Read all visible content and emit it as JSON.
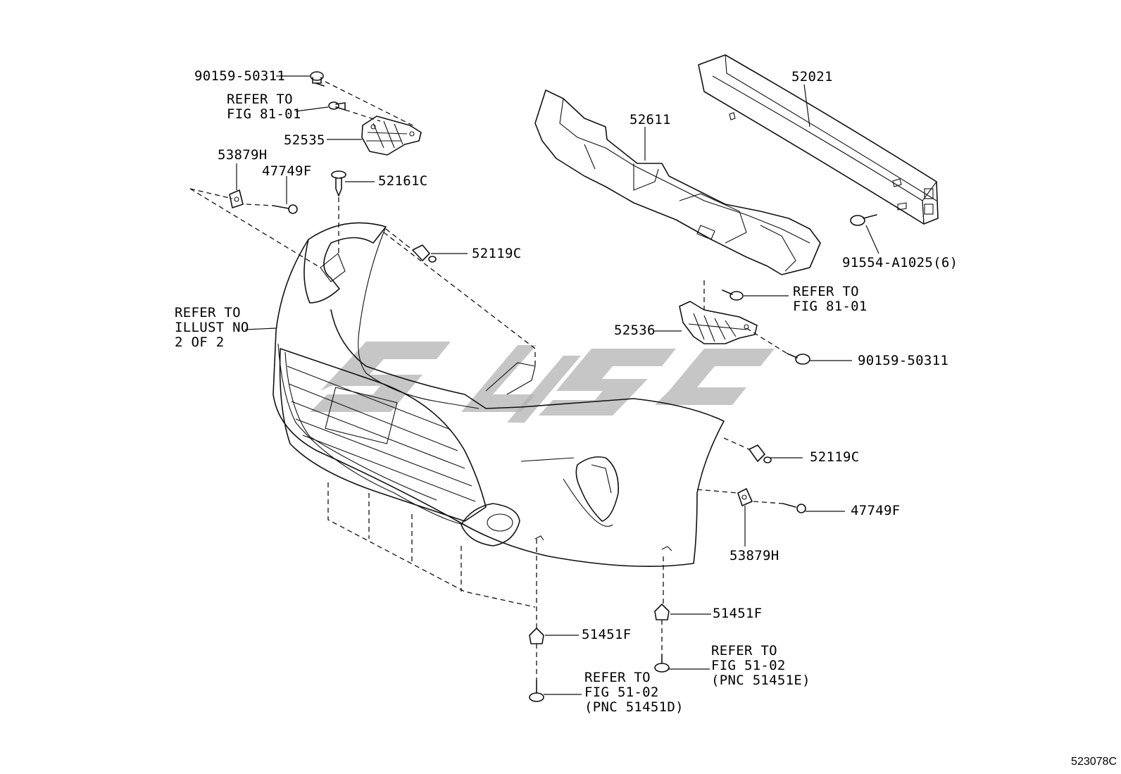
{
  "labels": {
    "p90159_top": "90159-50311",
    "refer_81_top": "REFER TO\nFIG 81-01",
    "p52535": "52535",
    "p53879H_left": "53879H",
    "p47749F_left": "47749F",
    "p52161C": "52161C",
    "p52119C_top": "52119C",
    "refer_illust": "REFER TO\nILLUST NO\n2 OF 2",
    "p52611": "52611",
    "p52021": "52021",
    "p91554": "91554-A1025(6)",
    "refer_81_right": "REFER TO\nFIG 81-01",
    "p52536": "52536",
    "p90159_right": "90159-50311",
    "p52119C_right": "52119C",
    "p47749F_right": "47749F",
    "p53879H_right": "53879H",
    "p51451F_right": "51451F",
    "refer_51_e": "REFER TO\nFIG 51-02\n(PNC 51451E)",
    "p51451F_left": "51451F",
    "refer_51_d": "REFER TO\nFIG 51-02\n(PNC 51451D)"
  },
  "figure_id": "523078C"
}
